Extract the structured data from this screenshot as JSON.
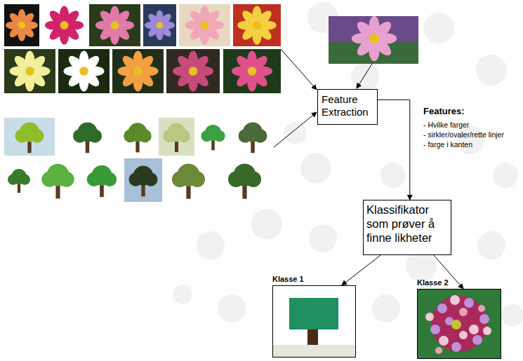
{
  "diagram": {
    "nodes": [
      {
        "text": [
          "Feature Extraction"
        ]
      },
      {
        "text": [
          "Klassifikator som prøver å finne likheter"
        ]
      },
      {
        "text": [
          "Klasse 1"
        ]
      },
      {
        "text": [
          "Klasse 2"
        ]
      }
    ],
    "edges": [
      {
        "from": 0,
        "to": 1,
        "arrow": "to"
      },
      {
        "from": 1,
        "to": 2,
        "arrow": "to"
      },
      {
        "from": 1,
        "to": 3,
        "arrow": "to"
      }
    ],
    "labels": [
      "Features:",
      "- Hvilke farger",
      "- sirkler/ovaler/rette linjer",
      "- farge i kanten"
    ]
  }
}
